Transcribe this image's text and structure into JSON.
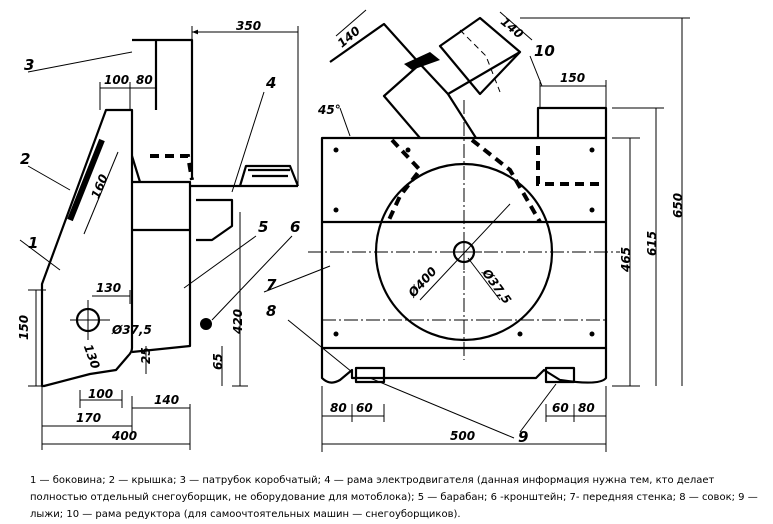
{
  "labels": [
    "1",
    "2",
    "3",
    "4",
    "5",
    "6",
    "7",
    "8",
    "9",
    "10"
  ],
  "dimensions": {
    "d350": "350",
    "d100": "100",
    "d80": "80",
    "d160": "160",
    "d130h": "130",
    "d37_5a": "Ø37,5",
    "d130v": "130",
    "d150v": "150",
    "d420": "420",
    "d65": "65",
    "d25": "25",
    "d100b": "100",
    "d140b": "140",
    "d170": "170",
    "d400": "400",
    "d140a": "140",
    "d140c": "140",
    "d150h": "150",
    "d45": "45°",
    "d400c": "Ø400",
    "d37_5b": "Ø37,5",
    "d465": "465",
    "d615": "615",
    "d650": "650",
    "d80b": "80",
    "d60a": "60",
    "d60b": "60",
    "d80c": "80",
    "d500": "500"
  },
  "caption": "1 — боковина; 2 — крышка; 3 — патрубок коробчатый; 4 — рама электродвигателя (данная информация нужна тем, кто делает полностью отдельный снегоуборщик, не оборудование для мотоблока); 5 — барабан; 6 -кронштейн; 7- передняя стенка; 8 — совок; 9 — лыжи; 10 — рама редуктора (для самоочтоятельных машин — снегоуборщиков)."
}
